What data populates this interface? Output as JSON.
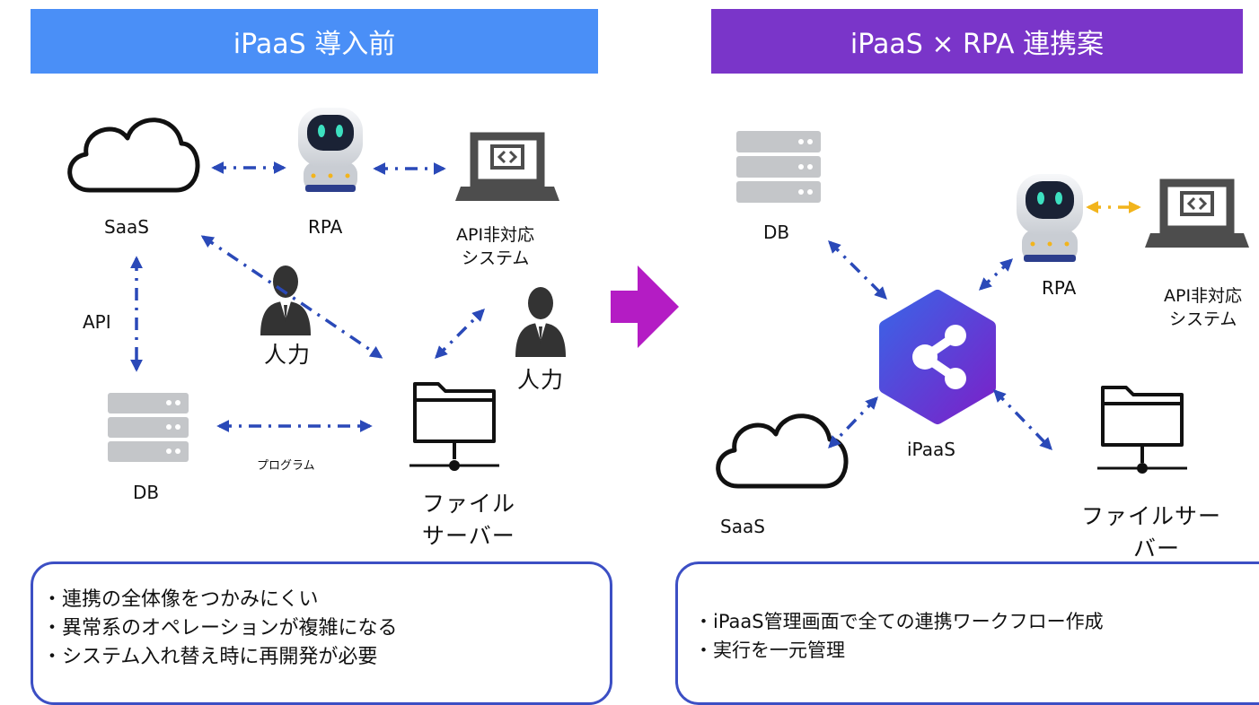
{
  "left_panel": {
    "title": "iPaaS 導入前",
    "nodes": {
      "saas": "SaaS",
      "rpa": "RPA",
      "api_system_line1": "API非対応",
      "api_system_line2": "システム",
      "db": "DB",
      "file_server_line1": "ファイル",
      "file_server_line2": "サーバー",
      "human_1": "人力",
      "human_2": "人力"
    },
    "edge_labels": {
      "api": "API",
      "program": "プログラム"
    },
    "notes": [
      "・連携の全体像をつかみにくい",
      "・異常系のオペレーションが複雑になる",
      "・システム入れ替え時に再開発が必要"
    ]
  },
  "right_panel": {
    "title": "iPaaS × RPA 連携案",
    "nodes": {
      "db": "DB",
      "rpa": "RPA",
      "api_system_line1": "API非対応",
      "api_system_line2": "システム",
      "ipaas": "iPaaS",
      "saas": "SaaS",
      "file_server_line1": "ファイルサー",
      "file_server_line2": "バー"
    },
    "notes": [
      "・iPaaS管理画面で全ての連携ワークフロー作成",
      "・実行を一元管理"
    ]
  },
  "colors": {
    "left_header": "#4a8ff7",
    "right_header": "#7a35c9",
    "arrow_blue": "#2a49b8",
    "arrow_yellow": "#f2b41c",
    "transition_arrow": "#b41cc4",
    "note_border": "#3c4fc4"
  },
  "icons": {
    "saas": "cloud-icon",
    "rpa": "robot-icon",
    "api_system": "code-laptop-icon",
    "db": "server-rack-icon",
    "file_server": "network-folder-icon",
    "human": "businessman-icon",
    "ipaas": "share-hexagon-icon"
  }
}
